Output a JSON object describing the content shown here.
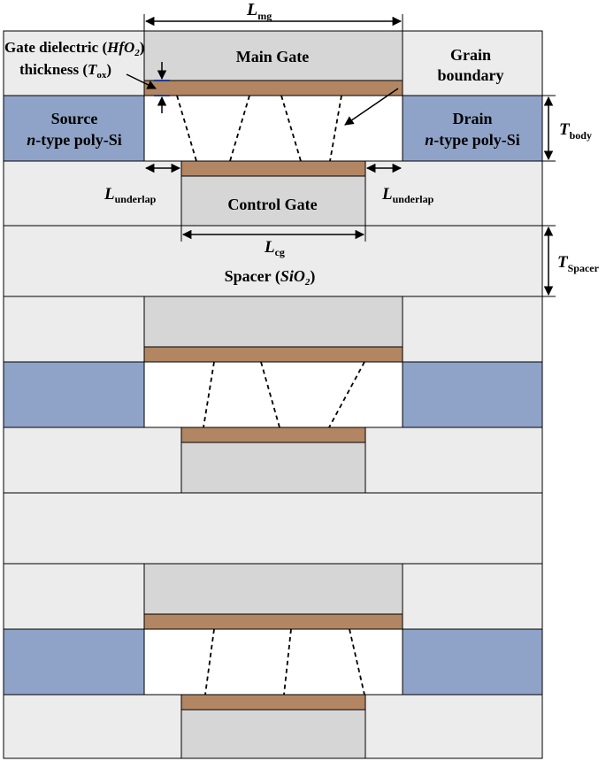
{
  "colors": {
    "oxide_gray": "#ececec",
    "gate_gray": "#d6d6d6",
    "poly_si_blue": "#8fa3c8",
    "gate_dielectric_brown": "#b28662",
    "channel_white": "#ffffff",
    "tox_marker_blue": "#1f3f8f"
  },
  "labels": {
    "l_mg": "L",
    "l_mg_sub": "mg",
    "gate_dielectric_line1_pre": "Gate dielectric (",
    "gate_dielectric_formula": "HfO",
    "gate_dielectric_formula_sub": "2",
    "gate_dielectric_line1_post": ")",
    "thickness_pre": "thickness (",
    "t_ox": "T",
    "t_ox_sub": "ox",
    "thickness_post": ")",
    "main_gate": "Main Gate",
    "grain_line1": "Grain",
    "grain_line2": "boundary",
    "source": "Source",
    "drain": "Drain",
    "n_italic": "n",
    "poly_si": "-type poly-Si",
    "t_body": "T",
    "t_body_sub": "body",
    "l_underlap": "L",
    "l_underlap_sub": "underlap",
    "control_gate": "Control Gate",
    "l_cg": "L",
    "l_cg_sub": "cg",
    "spacer_pre": "Spacer (",
    "spacer_formula": "SiO",
    "spacer_formula_sub": "2",
    "spacer_post": ")",
    "t_spacer": "T",
    "t_spacer_sub": "Spacer"
  }
}
